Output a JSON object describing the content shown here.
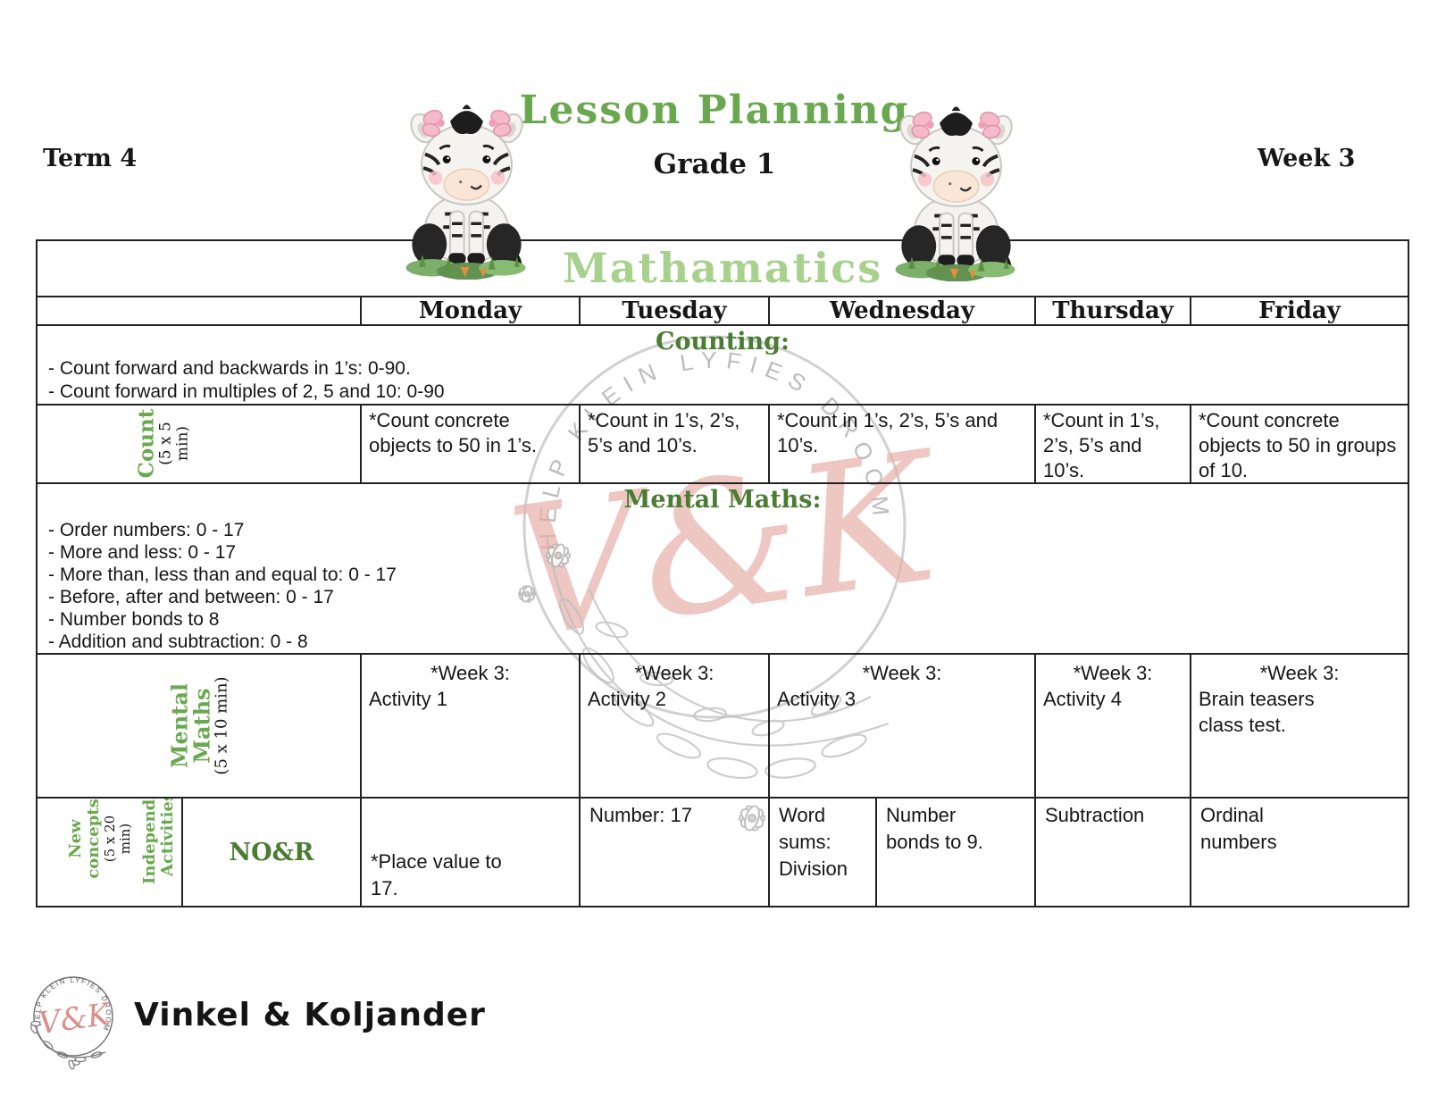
{
  "header": {
    "term": "Term 4",
    "title": "Lesson Planning",
    "grade": "Grade 1",
    "week": "Week 3",
    "subject": "Mathamatics"
  },
  "days": [
    "Monday",
    "Tuesday",
    "Wednesday",
    "Thursday",
    "Friday"
  ],
  "counting": {
    "heading": "Counting:",
    "bullets": [
      "- Count forward and backwards in 1’s: 0-90.",
      "- Count forward in multiples of 2, 5 and 10: 0-90"
    ],
    "label": "Count",
    "label_time": "(5 x 5 min)",
    "cells": [
      "*Count concrete objects to 50 in 1’s.",
      "*Count in 1’s, 2’s, 5’s and 10’s.",
      "*Count in 1’s, 2’s, 5’s and 10’s.",
      "*Count in 1’s, 2’s, 5’s and 10’s.",
      "*Count concrete objects to 50 in groups of 10."
    ]
  },
  "mental_maths": {
    "heading": "Mental Maths:",
    "bullets": [
      "- Order numbers: 0 - 17",
      "- More and less: 0 - 17",
      "- More than, less than and equal to: 0 - 17",
      "- Before, after and between: 0 - 17",
      "- Number bonds to 8",
      "- Addition and subtraction: 0 - 8"
    ],
    "label": "Mental Maths",
    "label_time": "(5 x 10 min)",
    "week_tag": "*Week 3:",
    "cells": [
      "Activity 1",
      "Activity 2",
      "Activity 3",
      "Activity 4",
      "Brain teasers class test."
    ]
  },
  "new_concepts": {
    "label": "New concepts",
    "label_time": "(5 x 20 min)",
    "label2": "Independent Activities",
    "nor": "NO&R",
    "monday": "*Place value to 17.",
    "tuesday": "Number: 17",
    "wednesday_a": "Word sums: Division",
    "wednesday_b": "Number bonds to 9.",
    "thursday": "Subtraction",
    "friday": "Ordinal numbers"
  },
  "watermark": {
    "arc_text": "HELP KLEIN LYFIES DROOM",
    "monogram": "V&K"
  },
  "footer": {
    "brand": "Vinkel & Koljander",
    "logo_arc_text": "HELP KLEIN LYFIES DROOM",
    "logo_monogram": "V&K"
  },
  "colors": {
    "green_title": "#6aa84f",
    "green_heading": "#4a7c33",
    "green_light": "#a9d18e",
    "pink_monogram": "#e2a49e",
    "watermark_gray": "#c2c2c2",
    "text": "#161616"
  }
}
